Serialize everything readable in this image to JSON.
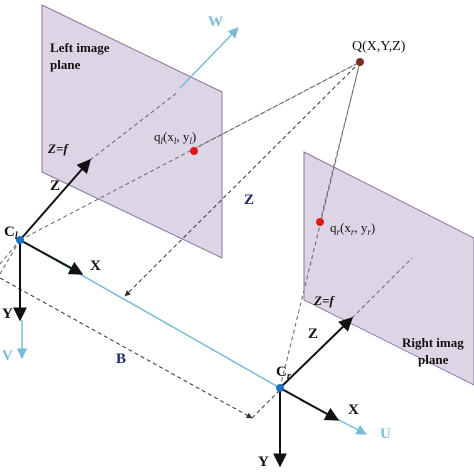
{
  "colors": {
    "plane_fill": "#ddd4e6",
    "plane_stroke": "#8a7a99",
    "axis": "#111111",
    "world_axis": "#78bcd6",
    "dashed": "#666666",
    "baseline_arrow": "#333333",
    "camera_dot": "#1f6fc5",
    "image_point": "#e01818",
    "world_point": "#7a3020",
    "text_dark": "#111111",
    "text_navy": "#1c2a6b",
    "text_cyan": "#78bcd6"
  },
  "left_plane": {
    "title_line1": "Left image",
    "title_line2": "plane",
    "focal_label": "Z=f"
  },
  "right_plane": {
    "title_line1": "Right imag",
    "title_line2": "plane",
    "focal_label": "Z=f"
  },
  "world_point": {
    "label": "Q(X,Y,Z)"
  },
  "left_image_point": {
    "label_q": "q",
    "label_sub": "l",
    "label_open": "(x",
    "label_mid": ", y",
    "label_close": ")"
  },
  "right_image_point": {
    "label_q": "q",
    "label_sub": "r",
    "label_open": "(x",
    "label_mid": ", y",
    "label_close": ")"
  },
  "left_camera": {
    "label": "C",
    "sub": "l",
    "axis_z": "Z",
    "axis_x": "X",
    "axis_y": "Y"
  },
  "right_camera": {
    "label": "C",
    "sub": "r",
    "axis_z": "Z",
    "axis_x": "X",
    "axis_y": "Y"
  },
  "world_axes": {
    "w": "W",
    "v": "V",
    "u": "U"
  },
  "depth_label": "Z",
  "baseline_label": "B"
}
